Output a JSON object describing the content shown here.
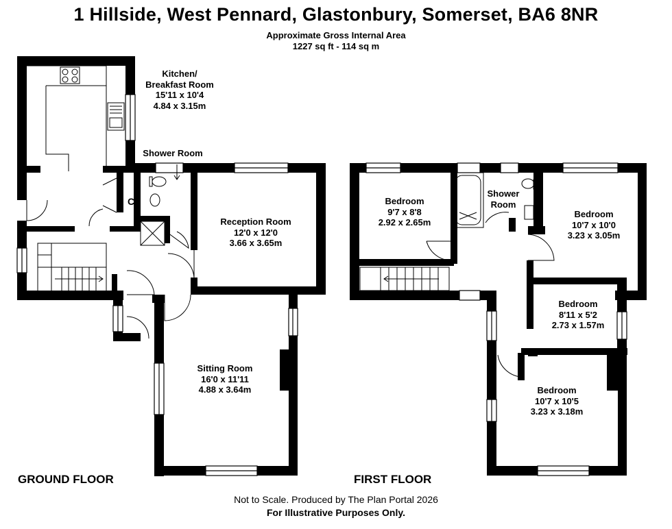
{
  "header": {
    "title": "1 Hillside, West Pennard, Glastonbury, Somerset, BA6 8NR",
    "area_heading": "Approximate Gross Internal Area",
    "area_value": "1227 sq ft - 114 sq m"
  },
  "floors": {
    "ground": {
      "label": "GROUND FLOOR",
      "rooms": {
        "kitchen": {
          "name_1": "Kitchen/",
          "name_2": "Breakfast Room",
          "imperial": "15'11 x 10'4",
          "metric": "4.84 x 3.15m"
        },
        "shower_room": {
          "name": "Shower Room"
        },
        "cupboard": {
          "name": "C"
        },
        "reception": {
          "name": "Reception Room",
          "imperial": "12'0 x 12'0",
          "metric": "3.66 x 3.65m"
        },
        "sitting": {
          "name": "Sitting Room",
          "imperial": "16'0 x 11'11",
          "metric": "4.88 x 3.64m"
        }
      }
    },
    "first": {
      "label": "FIRST FLOOR",
      "rooms": {
        "bedroom_a": {
          "name": "Bedroom",
          "imperial": "9'7 x 8'8",
          "metric": "2.92 x 2.65m"
        },
        "shower_room": {
          "name_1": "Shower",
          "name_2": "Room"
        },
        "bedroom_b": {
          "name": "Bedroom",
          "imperial": "10'7 x 10'0",
          "metric": "3.23 x 3.05m"
        },
        "bedroom_c": {
          "name": "Bedroom",
          "imperial": "8'11 x 5'2",
          "metric": "2.73 x 1.57m"
        },
        "bedroom_d": {
          "name": "Bedroom",
          "imperial": "10'7 x 10'5",
          "metric": "3.23 x 3.18m"
        }
      }
    }
  },
  "footer": {
    "credit": "Not to Scale. Produced by The Plan Portal 2026",
    "disclaimer": "For Illustrative Purposes Only."
  },
  "colors": {
    "wall": "#000000",
    "background": "#ffffff"
  }
}
